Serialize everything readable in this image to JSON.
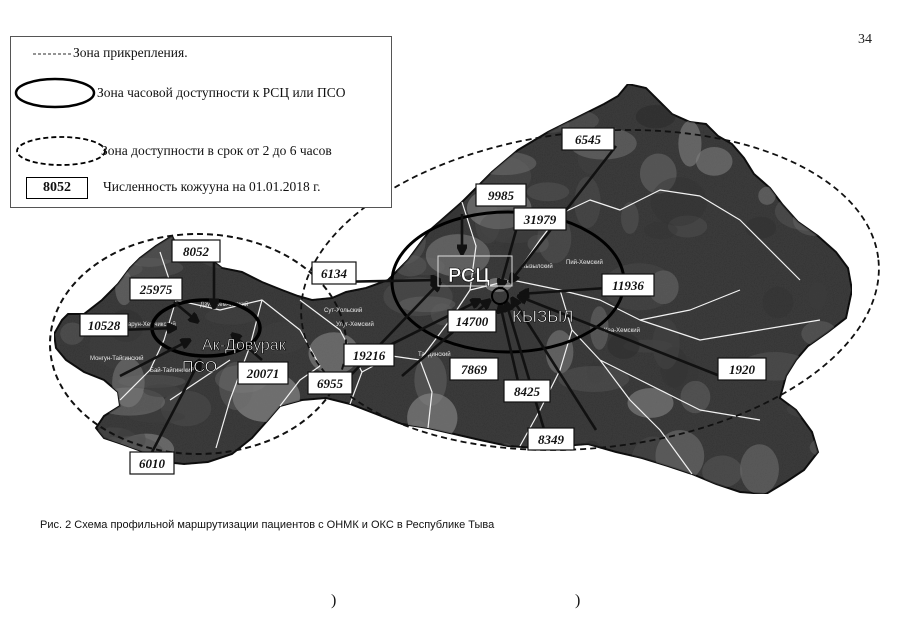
{
  "page_number": "34",
  "legend": {
    "attachment_zone": "Зона прикрепления.",
    "hour_zone": "Зона часовой доступности к РСЦ или ПСО",
    "zone_2_6": "Зона доступности в срок от 2 до 6 часов",
    "sample_number": "8052",
    "population": "Численность кожууна на 01.01.2018 г."
  },
  "map": {
    "centers": {
      "rsc": "РСЦ",
      "kyzyl": "КЫЗЫЛ",
      "ak_dovurak": "Ак-Довурак",
      "pso": "ПСО"
    },
    "populations": [
      "6545",
      "9985",
      "31979",
      "8052",
      "6134",
      "25975",
      "11936",
      "10528",
      "14700",
      "19216",
      "20071",
      "6955",
      "7869",
      "1920",
      "8425",
      "8349",
      "6010"
    ],
    "place_names": [
      "Барун-Хемчикский",
      "Дзун-Хемчикский",
      "Сут-Хольский",
      "Улуг-Хемский",
      "Тандинский",
      "Кызылский",
      "Каа-Хемский",
      "Пий-Хемский",
      "Бай-Тайгинский",
      "Монгун-Тайгинский"
    ]
  },
  "caption": "Рис. 2 Схема профильной маршрутизации пациентов с ОНМК и ОКС в Республике Тыва",
  "stray_marks": [
    ")",
    ")"
  ]
}
